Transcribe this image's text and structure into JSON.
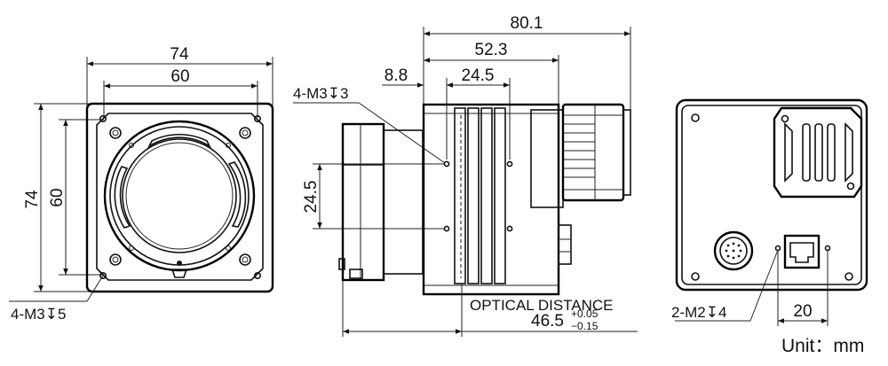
{
  "front_view": {
    "width_outer": "74",
    "width_holes": "60",
    "height_outer": "74",
    "height_holes": "60",
    "hole_callout": "4-M3↧5"
  },
  "side_view": {
    "total_length": "80.1",
    "body_length": "52.3",
    "offset": "8.8",
    "hole_spacing_h": "24.5",
    "hole_spacing_v": "24.5",
    "hole_callout": "4-M3↧3",
    "optical_distance_label": "OPTICAL DISTANCE",
    "optical_distance_value": "46.5",
    "tol_plus": "+0.05",
    "tol_minus": "−0.15"
  },
  "rear_view": {
    "hole_callout": "2-M2↧4",
    "hole_spacing": "20"
  },
  "unit_label": "Unit：mm"
}
